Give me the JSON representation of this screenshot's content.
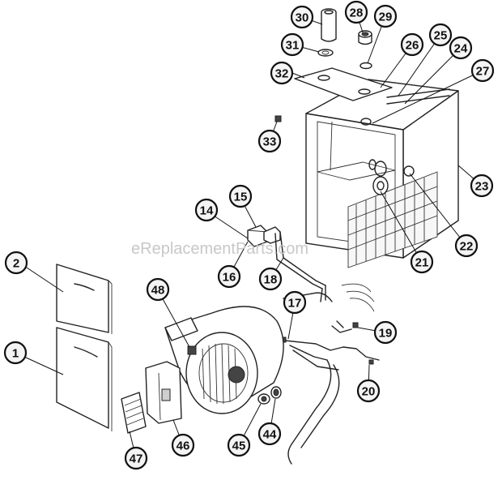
{
  "watermark": "eReplacementParts.com",
  "callouts": [
    "1",
    "2",
    "14",
    "15",
    "16",
    "17",
    "18",
    "19",
    "20",
    "21",
    "22",
    "23",
    "24",
    "25",
    "26",
    "27",
    "28",
    "29",
    "30",
    "31",
    "32",
    "33",
    "44",
    "45",
    "46",
    "47",
    "48"
  ]
}
